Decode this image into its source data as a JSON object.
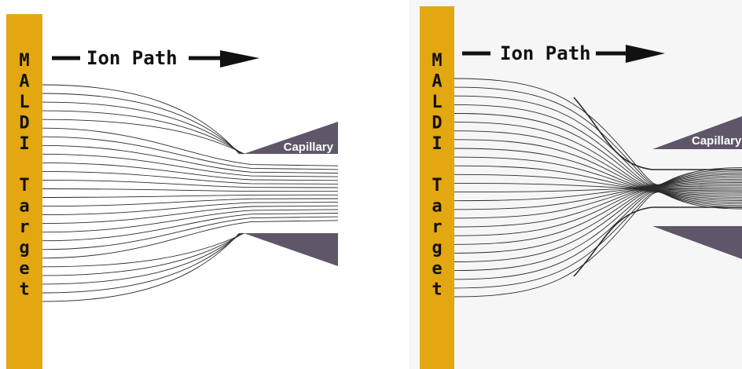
{
  "colors": {
    "target": "#e2a711",
    "capillary": "#5f5769",
    "field_line": "#2a2a2a",
    "text": "#111111",
    "background_left": "#ffffff",
    "background_right": "#f6f6f6"
  },
  "panels": [
    {
      "id": "left",
      "target_letters": [
        "M",
        "A",
        "L",
        "D",
        "I",
        "",
        "T",
        "a",
        "r",
        "g",
        "e",
        "t"
      ],
      "ion_path_label": "Ion Path",
      "capillary_label": "Capillary",
      "field_line_style": "diverging toward capillary walls"
    },
    {
      "id": "right",
      "target_letters": [
        "M",
        "A",
        "L",
        "D",
        "I",
        "",
        "T",
        "a",
        "r",
        "g",
        "e",
        "t"
      ],
      "ion_path_label": "Ion Path",
      "capillary_label": "Capillary",
      "field_line_style": "focused into capillary bore"
    }
  ]
}
